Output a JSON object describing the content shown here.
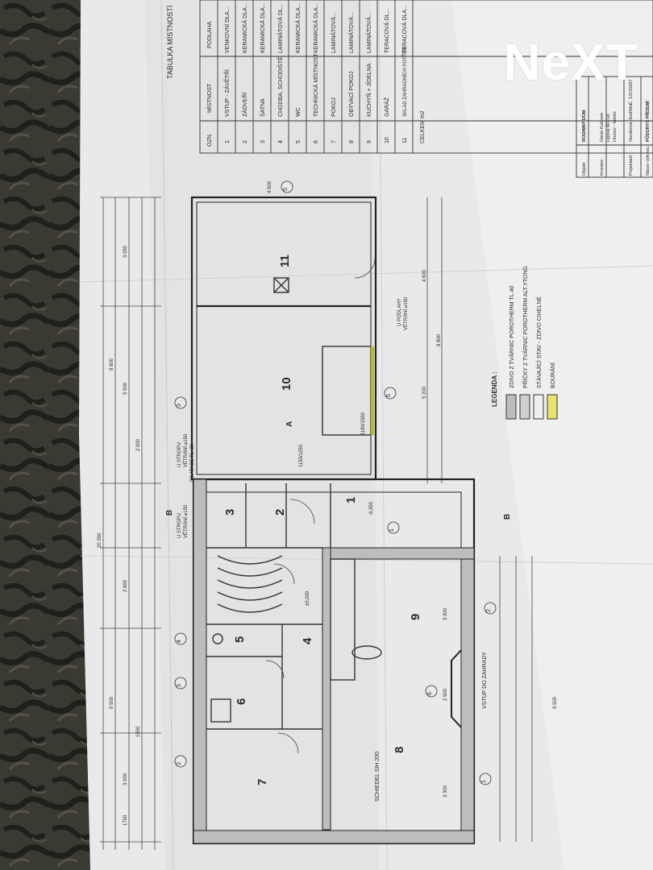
{
  "logo": {
    "text": "NeXT"
  },
  "table": {
    "title": "TABULKA MÍSTNOSTÍ",
    "headers": [
      "OZN.",
      "MÍSTNOST",
      "PODLAHA"
    ],
    "rows": [
      {
        "num": "1",
        "name": "VSTUP - ZÁVĚTŘÍ",
        "floor": "VENKOVNÍ DLA..."
      },
      {
        "num": "2",
        "name": "ZÁDVEŘÍ",
        "floor": "KERAMICKÁ DLA..."
      },
      {
        "num": "3",
        "name": "ŠATNA",
        "floor": "KERAMICKÁ DLA..."
      },
      {
        "num": "4",
        "name": "CHODBA, SCHODIŠTĚ",
        "floor": "LAMINÁTOVÁ DL..."
      },
      {
        "num": "5",
        "name": "WC",
        "floor": "KERAMICKÁ DLA..."
      },
      {
        "num": "6",
        "name": "TECHNICKÁ MÍSTNOST",
        "floor": "KERAMICKÁ DLA..."
      },
      {
        "num": "7",
        "name": "POKOJ",
        "floor": "LAMINÁTOVÁ..."
      },
      {
        "num": "8",
        "name": "OBÝVACÍ POKOJ",
        "floor": "LAMINÁTOVÁ..."
      },
      {
        "num": "9",
        "name": "KUCHYŇ + JÍDELNA",
        "floor": "LAMINÁTOVÁ..."
      },
      {
        "num": "10",
        "name": "GARÁŽ",
        "floor": "TERACOVÁ DL..."
      },
      {
        "num": "11",
        "name": "SKLAD ZAHRADNÍCH POTŘEB",
        "floor": "TERACOVÁ DLA..."
      }
    ],
    "total": "CELKEM m2"
  },
  "titleblock": {
    "labels": [
      "Objekt:",
      "Investor:",
      "Projektant:",
      "Název výkresu:"
    ],
    "values": [
      "RODINNÝ DŮM",
      "David Kubrnek",
      "Nováková Jindřiška",
      "PŮDORYS PŘÍZEMÍ"
    ],
    "extra": [
      "Lipová 407/18",
      "Hronov - Město",
      "Č. 12155687"
    ]
  },
  "legend": {
    "title": "LEGENDA :",
    "items": [
      "ZDIVO Z TVÁRNIC POROTHERM TL.40",
      "PŘÍČKY Z TVÁRNIC POROTHERM ALT.YTONG",
      "STÁVAJÍCÍ STAV - ZDIVO CIHELNÉ",
      "BOURÁNÍ"
    ]
  },
  "rooms": {
    "r1": "1",
    "r2": "2",
    "r3": "3",
    "r4": "4",
    "r5": "5",
    "r6": "6",
    "r7": "7",
    "r8": "8",
    "r9": "9",
    "r10": "10",
    "r11": "11"
  },
  "annotations": {
    "vetrani_stropu_1": "VĚTRÁNÍ ⌀150",
    "u_stropu_1": "U STROPU",
    "vetrani_stropu_2": "VĚTRÁNÍ ⌀150",
    "u_stropu_2": "U STROPU",
    "vetrani_podlahy": "VĚTRÁNÍ ⌀150",
    "u_podlahy": "U PODLAHY",
    "dilatace": "DILATACE TL. 20",
    "schiedel": "SCHIEDEL SIH 200",
    "vstup_zahrady": "VSTUP DO ZAHRADY",
    "level_0": "±0,000",
    "level_neg": "-0,350",
    "section_a": "A",
    "section_b": "B",
    "door_1180": "1180/1550",
    "win_1150": "1150/1250"
  },
  "dims_top": [
    "20 350",
    "9 500",
    "8 800",
    "3 050",
    "1700",
    "3 000",
    "1500",
    "2 800",
    "2 000",
    "5 000",
    "4 500"
  ],
  "dims_bottom": [
    "9 500",
    "3 300",
    "2 900",
    "3 300",
    "5 200",
    "4 600",
    "8 800"
  ],
  "axes": [
    "1",
    "2",
    "3",
    "4",
    "5",
    "2",
    "3",
    "4",
    "6",
    "2",
    "1",
    "2",
    "5"
  ]
}
